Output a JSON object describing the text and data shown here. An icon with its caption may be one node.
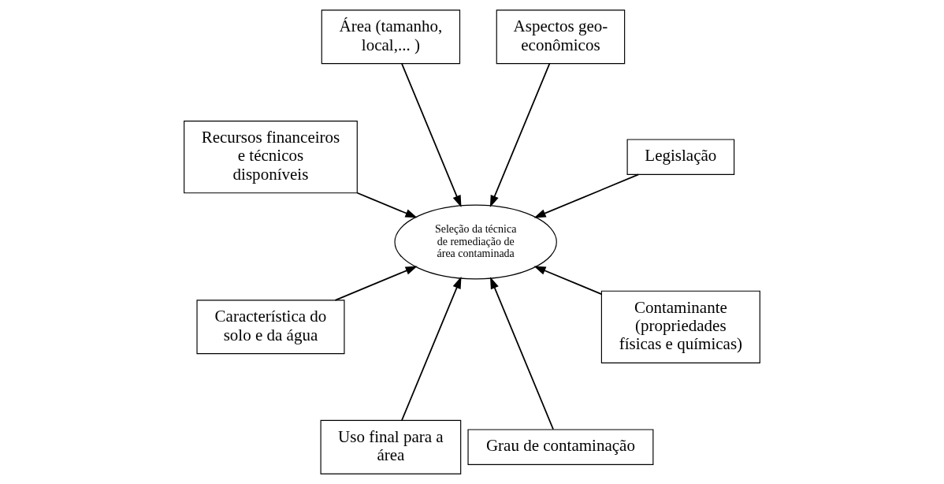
{
  "diagram": {
    "nodes": [
      {
        "text": [
          "Legislação"
        ]
      },
      {
        "text": [
          "Aspectos geo- econômicos"
        ]
      },
      {
        "text": [
          "Área (tamanho, local,... )"
        ]
      },
      {
        "text": [
          "Seleção da técnica de remediação de área contaminada"
        ]
      },
      {
        "text": [
          "Recursos financeiros e técnicos disponíveis"
        ]
      },
      {
        "text": [
          "Característica do solo e da água"
        ]
      },
      {
        "text": [
          "Uso final para a área"
        ]
      },
      {
        "text": [
          "Grau de contaminação"
        ]
      },
      {
        "text": [
          "Contaminante (propriedades físicas e químicas)"
        ]
      }
    ],
    "edges": [
      {
        "from": 0,
        "to": 3,
        "arrow": "to"
      },
      {
        "from": 1,
        "to": 3,
        "arrow": "to"
      },
      {
        "from": 2,
        "to": 3,
        "arrow": "to"
      },
      {
        "from": 4,
        "to": 3,
        "arrow": "to"
      },
      {
        "from": 5,
        "to": 3,
        "arrow": "to"
      },
      {
        "from": 6,
        "to": 3,
        "arrow": "to"
      },
      {
        "from": 7,
        "to": 3,
        "arrow": "to"
      },
      {
        "from": 8,
        "to": 3,
        "arrow": "to"
      }
    ]
  }
}
